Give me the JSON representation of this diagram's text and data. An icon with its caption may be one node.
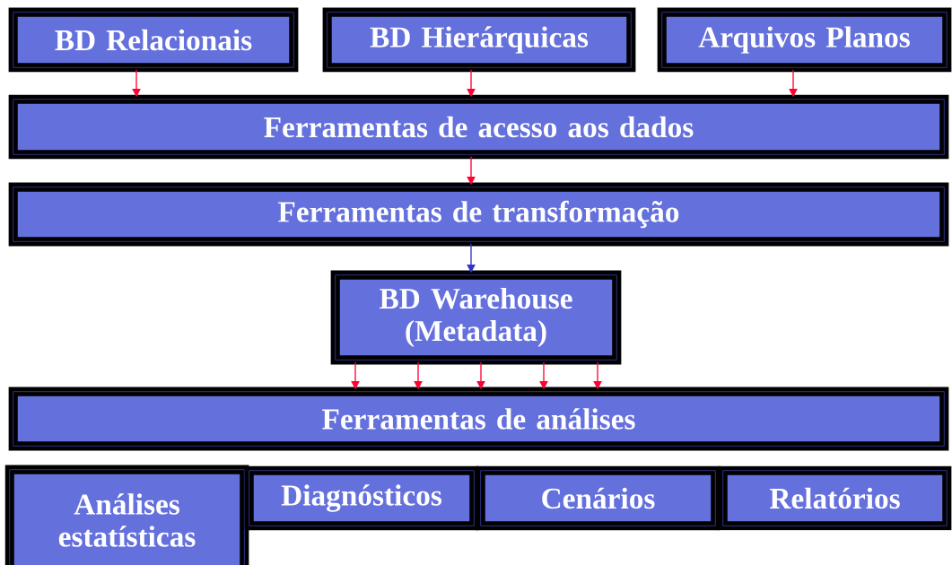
{
  "diagram": {
    "nodes": [
      {
        "text": [
          "BD Relacionais"
        ]
      },
      {
        "text": [
          "BD Hierárquicas"
        ]
      },
      {
        "text": [
          "Arquivos Planos"
        ]
      },
      {
        "text": [
          "Ferramentas de acesso aos dados"
        ]
      },
      {
        "text": [
          "Ferramentas de transformação"
        ]
      },
      {
        "text": [
          "BD Warehouse (Metadata)"
        ]
      },
      {
        "text": [
          "Ferramentas de análises"
        ]
      },
      {
        "text": [
          "Análises estatísticas"
        ]
      },
      {
        "text": [
          "Diagnósticos"
        ]
      },
      {
        "text": [
          "Cenários"
        ]
      },
      {
        "text": [
          "Relatórios"
        ]
      }
    ],
    "edges": [
      {
        "from": 0,
        "to": 3,
        "arrow": "to"
      },
      {
        "from": 1,
        "to": 3,
        "arrow": "to"
      },
      {
        "from": 2,
        "to": 3,
        "arrow": "to"
      },
      {
        "from": 3,
        "to": 4,
        "arrow": "to"
      },
      {
        "from": 4,
        "to": 5,
        "arrow": "to",
        "color": "#3333cc"
      },
      {
        "from": 5,
        "to": 6,
        "arrow": "to"
      },
      {
        "from": 5,
        "to": 6,
        "arrow": "to"
      },
      {
        "from": 5,
        "to": 6,
        "arrow": "to"
      },
      {
        "from": 5,
        "to": 6,
        "arrow": "to"
      },
      {
        "from": 5,
        "to": 6,
        "arrow": "to"
      }
    ]
  }
}
